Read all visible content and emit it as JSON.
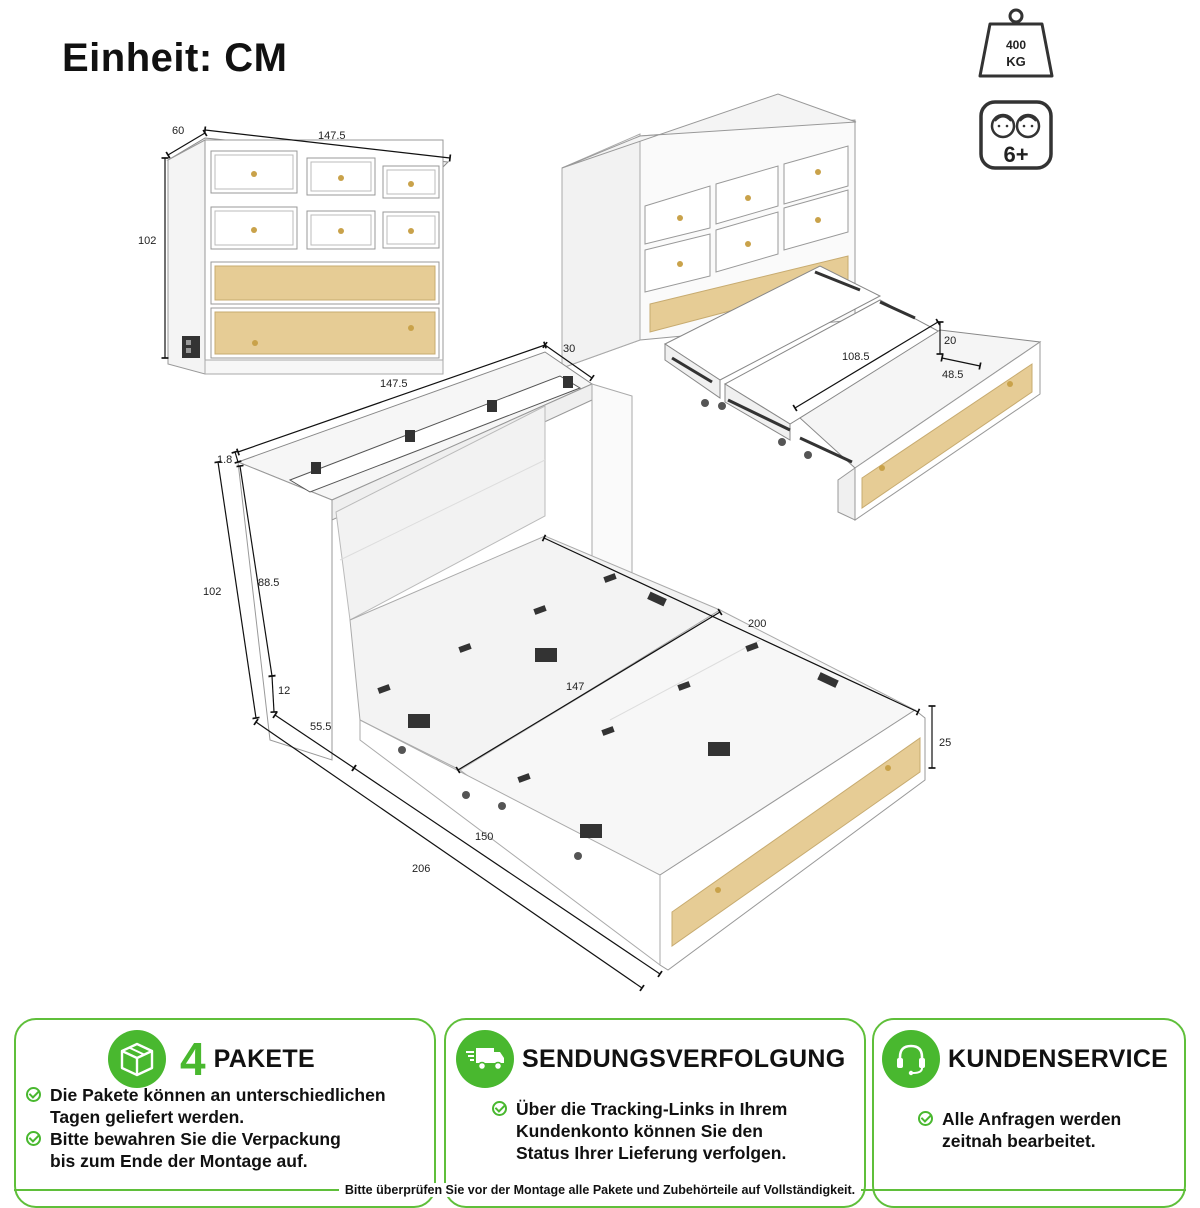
{
  "title": "Einheit: CM",
  "badges": {
    "weight_value": "400",
    "weight_unit": "KG",
    "age": "6+"
  },
  "dimensions": {
    "dresser_depth": "60",
    "dresser_width": "147.5",
    "dresser_height": "102",
    "cabinet_width": "147.5",
    "cabinet_depth": "30",
    "top_thickness": "1.8",
    "total_height": "102",
    "inner_height": "88.5",
    "base_height": "12",
    "base_depth": "55.5",
    "bed_inner_width": "147",
    "bed_length": "200",
    "bed_outer_width": "150",
    "total_length": "206",
    "frame_height": "25",
    "drawer_length": "108.5",
    "drawer_height": "20",
    "drawer_width": "48.5"
  },
  "panels": [
    {
      "icon": "package-icon",
      "number": "4",
      "heading": "PAKETE",
      "bullets": [
        [
          "Die Pakete können an unterschiedlichen",
          "Tagen geliefert werden."
        ],
        [
          "Bitte bewahren Sie die Verpackung",
          "bis zum Ende der Montage auf."
        ]
      ]
    },
    {
      "icon": "delivery-truck-icon",
      "heading": "SENDUNGSVERFOLGUNG",
      "bullets": [
        [
          "Über die Tracking-Links in Ihrem",
          "Kundenkonto können Sie den",
          "Status Ihrer Lieferung verfolgen."
        ]
      ]
    },
    {
      "icon": "headset-icon",
      "heading": "KUNDENSERVICE",
      "bullets": [
        [
          "Alle Anfragen werden",
          "zeitnah bearbeitet."
        ]
      ]
    }
  ],
  "footer": "Bitte überprüfen Sie vor der Montage alle Pakete und Zubehörteile auf Vollständigkeit.",
  "colors": {
    "accent": "#49b82f",
    "panel_border": "#5fbf3a",
    "rattan": "#e6cc95",
    "cabinet": "#ffffff",
    "dimension_line": "#111111"
  }
}
